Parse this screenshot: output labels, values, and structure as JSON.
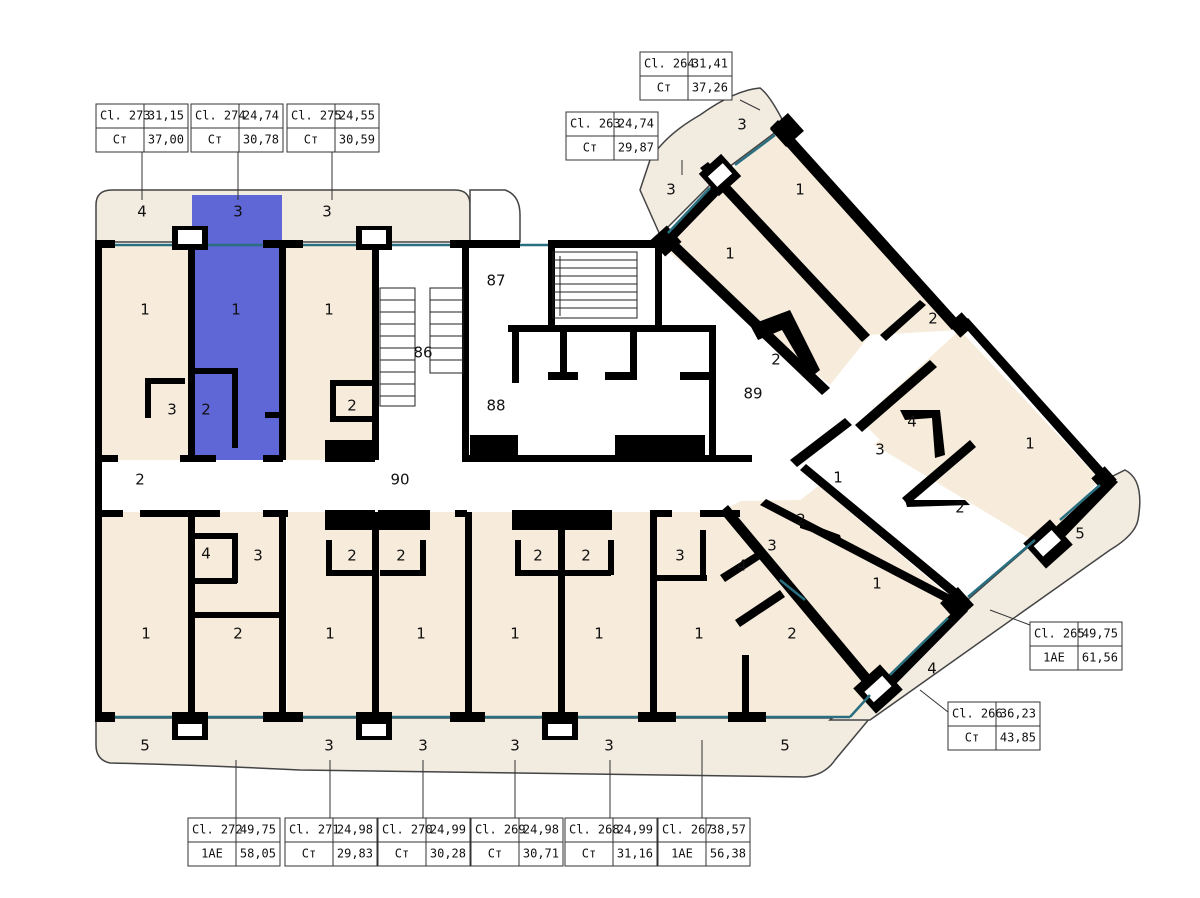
{
  "colors": {
    "room_fill": "#f7ecdb",
    "balcony_fill": "#f1ebe0",
    "selected_fill": "#5f66d6",
    "wall": "#000000",
    "glass": "#2a6f80",
    "corridor": "#ffffff"
  },
  "core": {
    "stair_a": "86",
    "lift_hall": "87",
    "shaft_room": "88",
    "hall_89": "89",
    "corridor": "90"
  },
  "apartments": [
    {
      "id": "a273",
      "label_code": "Сl. 273",
      "area_living": "31,15",
      "type": "Ст",
      "area_total": "37,00",
      "selected": false
    },
    {
      "id": "a274",
      "label_code": "Сl. 274",
      "area_living": "24,74",
      "type": "Ст",
      "area_total": "30,78",
      "selected": true
    },
    {
      "id": "a275",
      "label_code": "Сl. 275",
      "area_living": "24,55",
      "type": "Ст",
      "area_total": "30,59",
      "selected": false
    },
    {
      "id": "a263",
      "label_code": "Сl. 263",
      "area_living": "24,74",
      "type": "Ст",
      "area_total": "29,87",
      "selected": false
    },
    {
      "id": "a264",
      "label_code": "Сl. 264",
      "area_living": "31,41",
      "type": "Ст",
      "area_total": "37,26",
      "selected": false
    },
    {
      "id": "a265",
      "label_code": "Сl. 265",
      "area_living": "49,75",
      "type": "1АЕ",
      "area_total": "61,56",
      "selected": false
    },
    {
      "id": "a266",
      "label_code": "Сl. 266",
      "area_living": "36,23",
      "type": "Ст",
      "area_total": "43,85",
      "selected": false
    },
    {
      "id": "a272",
      "label_code": "Сl. 272",
      "area_living": "49,75",
      "type": "1АЕ",
      "area_total": "58,05",
      "selected": false
    },
    {
      "id": "a271",
      "label_code": "Сl. 271",
      "area_living": "24,98",
      "type": "Ст",
      "area_total": "29,83",
      "selected": false
    },
    {
      "id": "a270",
      "label_code": "Сl. 270",
      "area_living": "24,99",
      "type": "Ст",
      "area_total": "30,28",
      "selected": false
    },
    {
      "id": "a269",
      "label_code": "Сl. 269",
      "area_living": "24,98",
      "type": "Ст",
      "area_total": "30,71",
      "selected": false
    },
    {
      "id": "a268",
      "label_code": "Сl. 268",
      "area_living": "24,99",
      "type": "Ст",
      "area_total": "31,16",
      "selected": false
    },
    {
      "id": "a267",
      "label_code": "Сl. 267",
      "area_living": "38,57",
      "type": "1АЕ",
      "area_total": "56,38",
      "selected": false
    }
  ],
  "room_numbers": {
    "n1": "1",
    "n2": "2",
    "n3": "3",
    "n4": "4",
    "n5": "5"
  }
}
